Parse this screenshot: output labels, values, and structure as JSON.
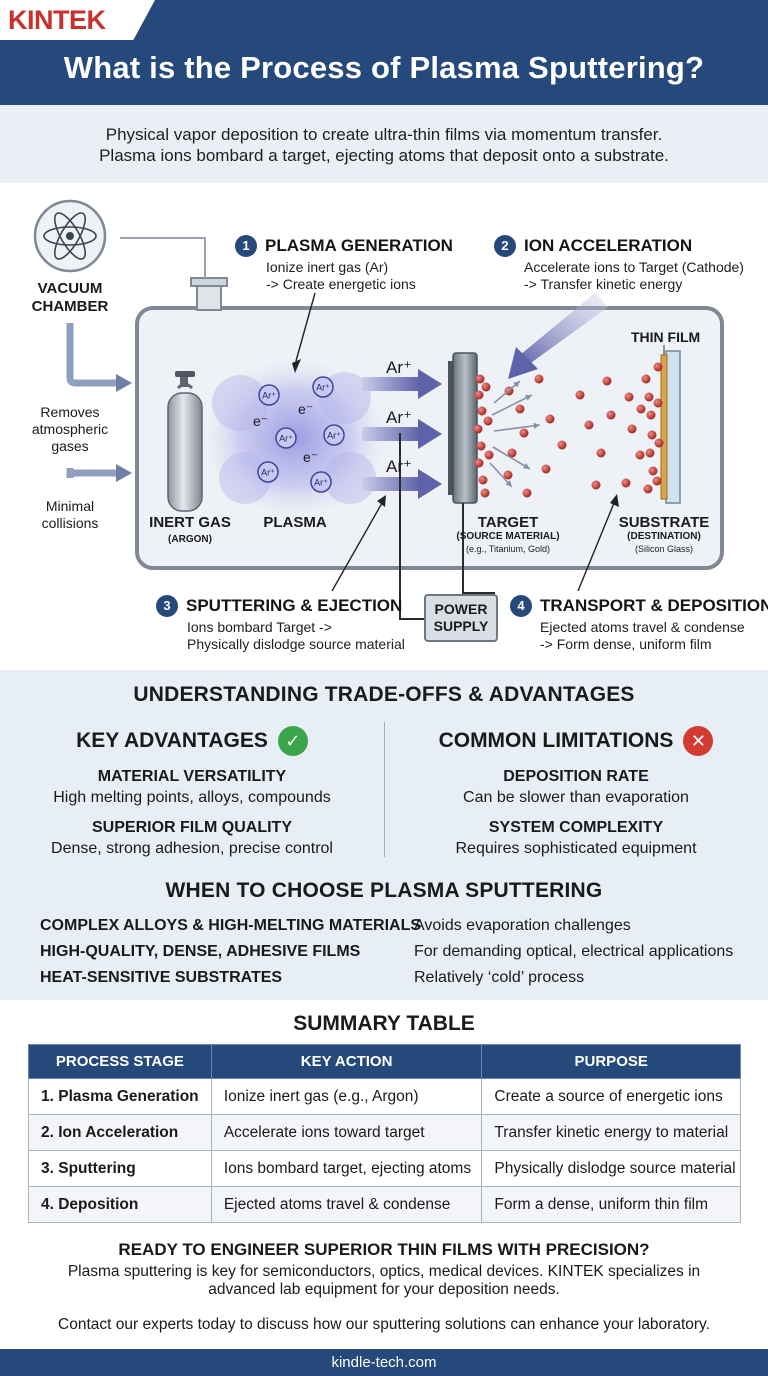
{
  "brand": {
    "logo": "KINTEK",
    "accent": "#c7322f",
    "primary": "#26497c"
  },
  "header": {
    "title": "What is the Process of Plasma Sputtering?"
  },
  "intro": {
    "line1": "Physical vapor deposition to create ultra-thin films via momentum transfer.",
    "line2": "Plasma ions bombard a target, ejecting atoms that deposit onto a substrate."
  },
  "diagram": {
    "vacuum_label_1": "VACUUM",
    "vacuum_label_2": "CHAMBER",
    "removes_1": "Removes",
    "removes_2": "atmospheric",
    "removes_3": "gases",
    "minimal_1": "Minimal",
    "minimal_2": "collisions",
    "inert_gas": "INERT GAS",
    "argon": "(ARGON)",
    "plasma": "PLASMA",
    "ion_symbol": "Ar⁺",
    "ion_small": "Ar⁺",
    "electron": "e⁻",
    "target": "TARGET",
    "target_sub": "(SOURCE MATERIAL)",
    "target_eg": "(e.g., Titanium, Gold)",
    "substrate": "SUBSTRATE",
    "substrate_sub": "(DESTINATION)",
    "substrate_eg": "(Silicon Glass)",
    "thin_film": "THIN FILM",
    "power_1": "POWER",
    "power_2": "SUPPLY",
    "steps": [
      {
        "num": "1",
        "title": "PLASMA GENERATION",
        "desc1": "Ionize inert gas (Ar)",
        "desc2": "-> Create energetic ions"
      },
      {
        "num": "2",
        "title": "ION ACCELERATION",
        "desc1": "Accelerate ions to Target (Cathode)",
        "desc2": "-> Transfer kinetic energy"
      },
      {
        "num": "3",
        "title": "SPUTTERING & EJECTION",
        "desc1": "Ions bombard Target ->",
        "desc2": "Physically dislodge source material"
      },
      {
        "num": "4",
        "title": "TRANSPORT & DEPOSITION",
        "desc1": "Ejected atoms travel & condense",
        "desc2": "-> Form dense, uniform film"
      }
    ]
  },
  "tradeoffs": {
    "title": "UNDERSTANDING TRADE-OFFS & ADVANTAGES",
    "advantages": {
      "title": "KEY ADVANTAGES",
      "icon": "check-icon",
      "items": [
        {
          "h": "MATERIAL VERSATILITY",
          "t": "High melting points, alloys, compounds"
        },
        {
          "h": "SUPERIOR FILM QUALITY",
          "t": "Dense, strong adhesion, precise control"
        }
      ]
    },
    "limitations": {
      "title": "COMMON LIMITATIONS",
      "icon": "x-icon",
      "items": [
        {
          "h": "DEPOSITION RATE",
          "t": "Can be slower than evaporation"
        },
        {
          "h": "SYSTEM COMPLEXITY",
          "t": "Requires sophisticated equipment"
        }
      ]
    }
  },
  "choose": {
    "title": "WHEN TO CHOOSE PLASMA SPUTTERING",
    "rows": [
      {
        "h": "COMPLEX ALLOYS & HIGH-MELTING MATERIALS",
        "t": "Avoids evaporation challenges"
      },
      {
        "h": "HIGH-QUALITY, DENSE, ADHESIVE FILMS",
        "t": "For demanding optical, electrical applications"
      },
      {
        "h": "HEAT-SENSITIVE SUBSTRATES",
        "t": "Relatively ‘cold’ process"
      }
    ]
  },
  "summary": {
    "title": "SUMMARY TABLE",
    "headers": [
      "PROCESS STAGE",
      "KEY ACTION",
      "PURPOSE"
    ],
    "rows": [
      [
        "1. Plasma Generation",
        "Ionize inert gas (e.g., Argon)",
        "Create a source of energetic ions"
      ],
      [
        "2. Ion Acceleration",
        "Accelerate ions toward target",
        "Transfer kinetic energy to material"
      ],
      [
        "3. Sputtering",
        "Ions bombard target, ejecting atoms",
        "Physically dislodge source material"
      ],
      [
        "4. Deposition",
        "Ejected atoms travel & condense",
        "Form a dense, uniform thin film"
      ]
    ]
  },
  "cta": {
    "heading": "READY TO ENGINEER SUPERIOR THIN FILMS WITH PRECISION?",
    "line1": "Plasma sputtering is key for semiconductors, optics, medical devices. KINTEK specializes in",
    "line2": "advanced lab equipment for your deposition needs.",
    "contact": "Contact our experts today to discuss how our sputtering solutions can enhance your laboratory."
  },
  "footer": {
    "url": "kindle-tech.com"
  }
}
